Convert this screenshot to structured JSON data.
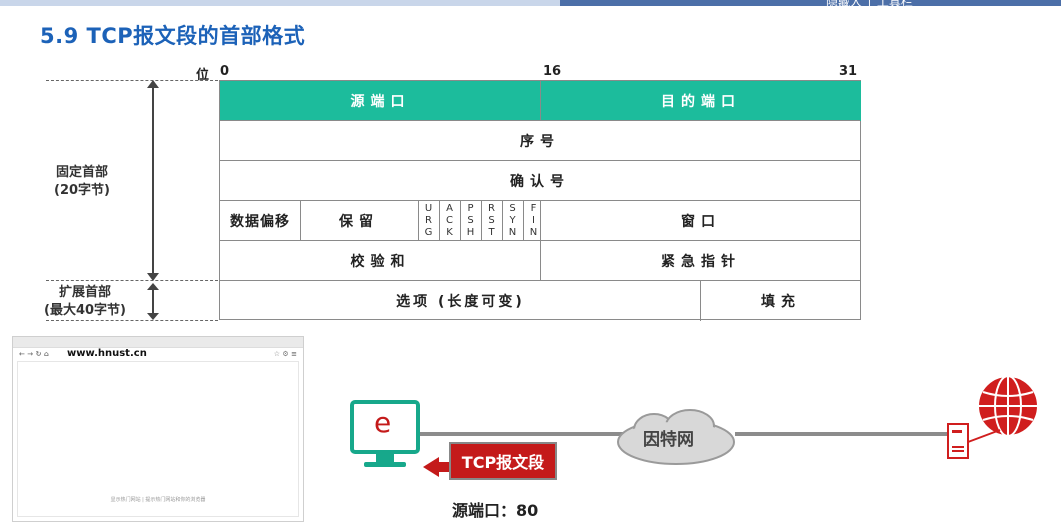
{
  "slide": {
    "title": "5.9 TCP报文段的首部格式",
    "top_right_text": "隐藏人 │ 工具栏"
  },
  "header_diagram": {
    "bit_label": "位",
    "bit_positions": [
      "0",
      "16",
      "31"
    ],
    "fields": {
      "source_port": "源端口",
      "dest_port": "目的端口",
      "seq_num": "序号",
      "ack_num": "确认号",
      "data_offset": "数据偏移",
      "reserved": "保留",
      "window": "窗口",
      "checksum": "校验和",
      "urgent_pointer": "紧急指针",
      "options": "选项 (长度可变)",
      "padding": "填充"
    },
    "flags": [
      {
        "letters": [
          "U",
          "R",
          "G"
        ]
      },
      {
        "letters": [
          "A",
          "C",
          "K"
        ]
      },
      {
        "letters": [
          "P",
          "S",
          "H"
        ]
      },
      {
        "letters": [
          "R",
          "S",
          "T"
        ]
      },
      {
        "letters": [
          "S",
          "Y",
          "N"
        ]
      },
      {
        "letters": [
          "F",
          "I",
          "N"
        ]
      }
    ],
    "fixed_header_label": [
      "固定首部",
      "(20字节)"
    ],
    "extended_header_label": [
      "扩展首部",
      "(最大40字节)"
    ]
  },
  "browser_mock": {
    "tab_text": "",
    "address": "www.hnust.cn",
    "status_text": "显示热门网站 | 提示热门网站和你的浏览器"
  },
  "network": {
    "client_icon_letter": "e",
    "cloud_label": "因特网",
    "segment_label": "TCP报文段",
    "source_port_text": "源端口：80"
  },
  "colors": {
    "title": "#1c62b8",
    "teal_row": "#1cbc9c",
    "segment_red": "#c41a1a",
    "monitor_teal": "#17a88b",
    "globe_red": "#d01e1e"
  }
}
